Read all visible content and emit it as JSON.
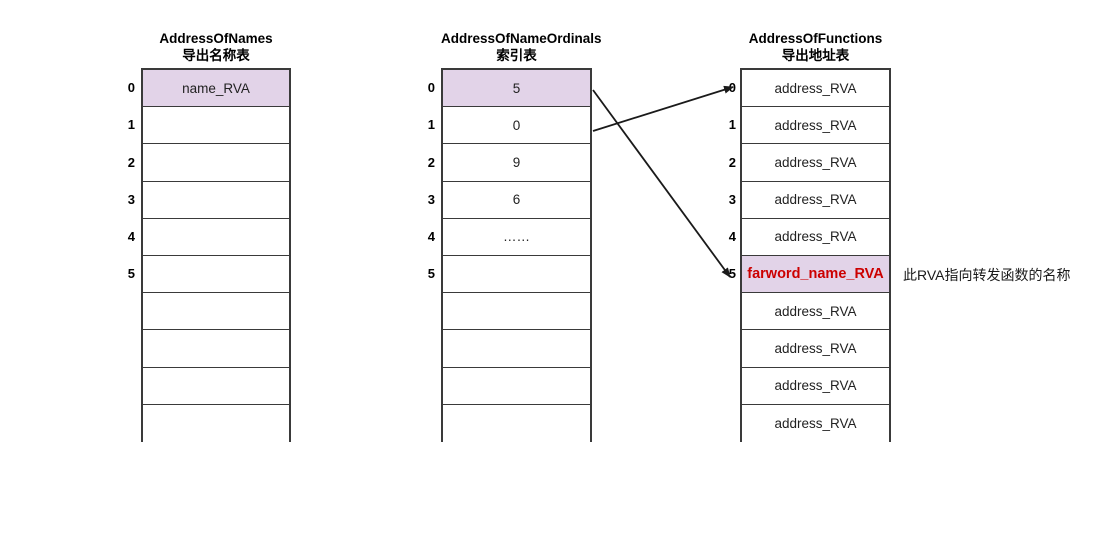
{
  "diagram": {
    "title_note": "此RVA指向转发函数的名称",
    "highlight_color": "#e2d3e8",
    "accent_red": "#cc0000",
    "border_color": "#3a3a3a"
  },
  "tables": [
    {
      "id": "address-of-names",
      "header_en": "AddressOfNames",
      "header_cn": "导出名称表",
      "indices": [
        "0",
        "1",
        "2",
        "3",
        "4",
        "5"
      ],
      "rows": [
        {
          "value": "name_RVA",
          "highlight": true
        },
        {
          "value": "",
          "highlight": false
        },
        {
          "value": "",
          "highlight": false
        },
        {
          "value": "",
          "highlight": false
        },
        {
          "value": "",
          "highlight": false
        },
        {
          "value": "",
          "highlight": false
        },
        {
          "value": "",
          "highlight": false
        },
        {
          "value": "",
          "highlight": false
        },
        {
          "value": "",
          "highlight": false
        },
        {
          "value": "",
          "highlight": false
        }
      ]
    },
    {
      "id": "address-of-name-ordinals",
      "header_en": "AddressOfNameOrdinals",
      "header_cn": "索引表",
      "indices": [
        "0",
        "1",
        "2",
        "3",
        "4",
        "5"
      ],
      "rows": [
        {
          "value": "5",
          "highlight": true
        },
        {
          "value": "0",
          "highlight": false
        },
        {
          "value": "9",
          "highlight": false
        },
        {
          "value": "6",
          "highlight": false
        },
        {
          "value": "……",
          "highlight": false
        },
        {
          "value": "",
          "highlight": false
        },
        {
          "value": "",
          "highlight": false
        },
        {
          "value": "",
          "highlight": false
        },
        {
          "value": "",
          "highlight": false
        },
        {
          "value": "",
          "highlight": false
        }
      ]
    },
    {
      "id": "address-of-functions",
      "header_en": "AddressOfFunctions",
      "header_cn": "导出地址表",
      "indices": [
        "0",
        "1",
        "2",
        "3",
        "4",
        "5"
      ],
      "rows": [
        {
          "value": "address_RVA",
          "highlight": false
        },
        {
          "value": "address_RVA",
          "highlight": false
        },
        {
          "value": "address_RVA",
          "highlight": false
        },
        {
          "value": "address_RVA",
          "highlight": false
        },
        {
          "value": "address_RVA",
          "highlight": false
        },
        {
          "value": "farword_name_RVA",
          "highlight": true,
          "red": true
        },
        {
          "value": "address_RVA",
          "highlight": false
        },
        {
          "value": "address_RVA",
          "highlight": false
        },
        {
          "value": "address_RVA",
          "highlight": false
        },
        {
          "value": "address_RVA",
          "highlight": false
        }
      ]
    }
  ],
  "arrows": [
    {
      "id": "ordinal0-to-function5",
      "from": "AddressOfNameOrdinals[0]",
      "to": "AddressOfFunctions[5]"
    },
    {
      "id": "ordinal1-to-function0",
      "from": "AddressOfNameOrdinals[1]",
      "to": "AddressOfFunctions[0]"
    }
  ]
}
